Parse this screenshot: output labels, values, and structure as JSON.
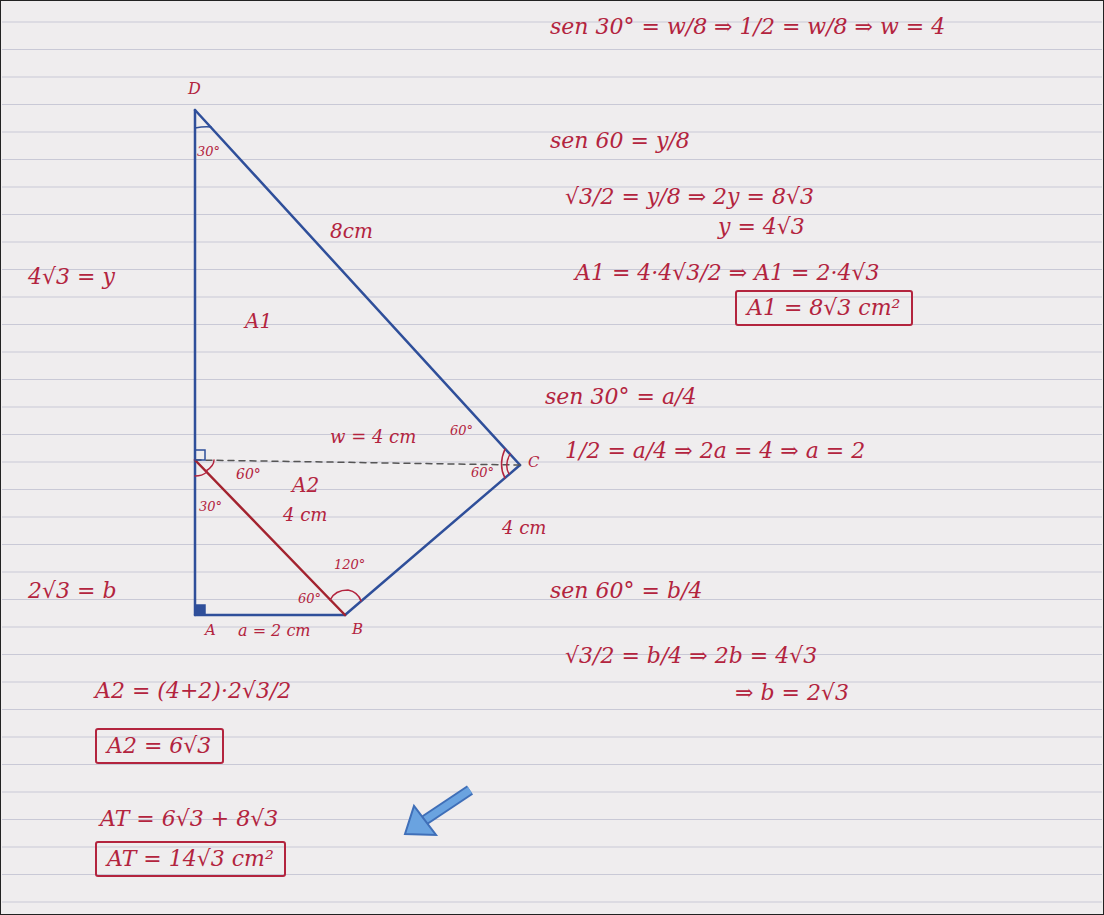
{
  "diagram": {
    "nodes": [
      {
        "text": [
          "A1 = 8√3 cm²"
        ]
      },
      {
        "text": [
          "A2 = 6√3"
        ]
      },
      {
        "text": [
          "AT = 14√3 cm²"
        ]
      }
    ],
    "labels": [
      "sen 30° = w/8 ⇒ 1/2 = w/8 ⇒ w = 4",
      "D",
      "30°",
      "sen 60 = y/8",
      "√3/2 = y/8 ⇒ 2y = 8√3",
      "y = 4√3",
      "8cm",
      "4√3 = y",
      "A1 = 4·4√3/2 ⇒ A1 = 2·4√3",
      "A1",
      "sen 30° = a/4",
      "w = 4 cm",
      "60°",
      "60°",
      "C",
      "1/2 = a/4 ⇒ 2a = 4 ⇒ a = 2",
      "60°",
      "A2",
      "30°",
      "4 cm",
      "4 cm",
      "120°",
      "60°",
      "sen 60° = b/4",
      "2√3 = b",
      "A",
      "a = 2 cm",
      "B",
      "√3/2 = b/4 ⇒ 2b = 4√3",
      "⇒ b = 2√3",
      "A2 = (4+2)·2√3/2",
      "AT = 6√3 + 8√3"
    ]
  }
}
